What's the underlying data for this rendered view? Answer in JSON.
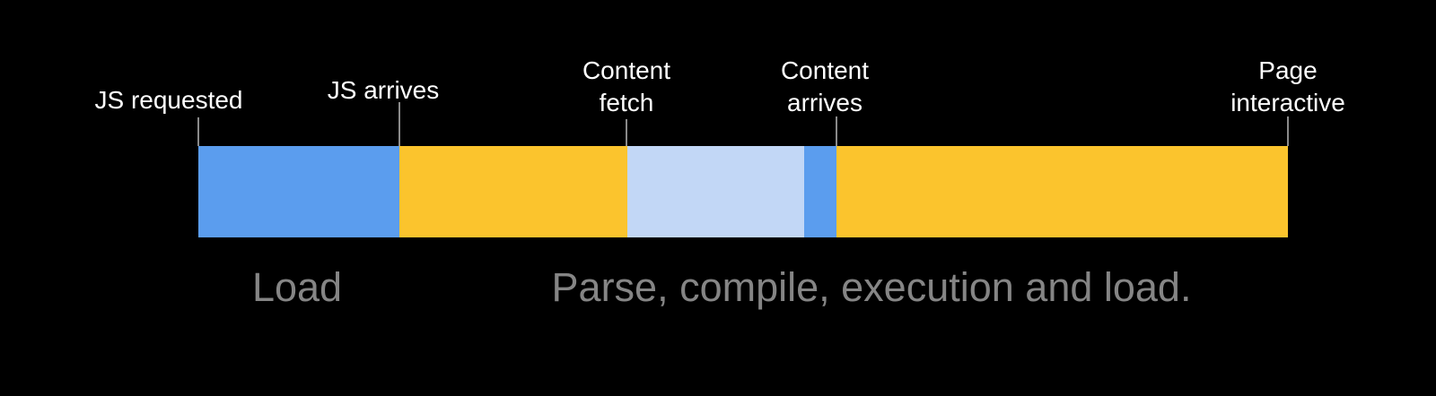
{
  "figure": {
    "background": "#000000",
    "milestones": [
      {
        "name": "js-requested",
        "lines": [
          "JS requested"
        ]
      },
      {
        "name": "js-arrives",
        "lines": [
          "JS arrives"
        ]
      },
      {
        "name": "content-fetch",
        "lines": [
          "Content",
          "fetch"
        ]
      },
      {
        "name": "content-arrives",
        "lines": [
          "Content",
          "arrives"
        ]
      },
      {
        "name": "page-interactive",
        "lines": [
          "Page",
          "interactive"
        ]
      }
    ],
    "segments": [
      {
        "name": "js-download",
        "color": "#5b9dee"
      },
      {
        "name": "parse-compile-wait",
        "color": "#fbc42d"
      },
      {
        "name": "content-fetch",
        "color": "#c2d7f6"
      },
      {
        "name": "content-arrival",
        "color": "#5b9dee"
      },
      {
        "name": "execution-and-load",
        "color": "#fbc42d"
      }
    ],
    "phases": [
      {
        "name": "load",
        "label": "Load"
      },
      {
        "name": "parse-compile-execute",
        "label": "Parse, compile, execution and load."
      }
    ],
    "colors": {
      "milestone_text": "#ffffff",
      "phase_text": "#858585",
      "tick": "#8a8a8a"
    }
  }
}
